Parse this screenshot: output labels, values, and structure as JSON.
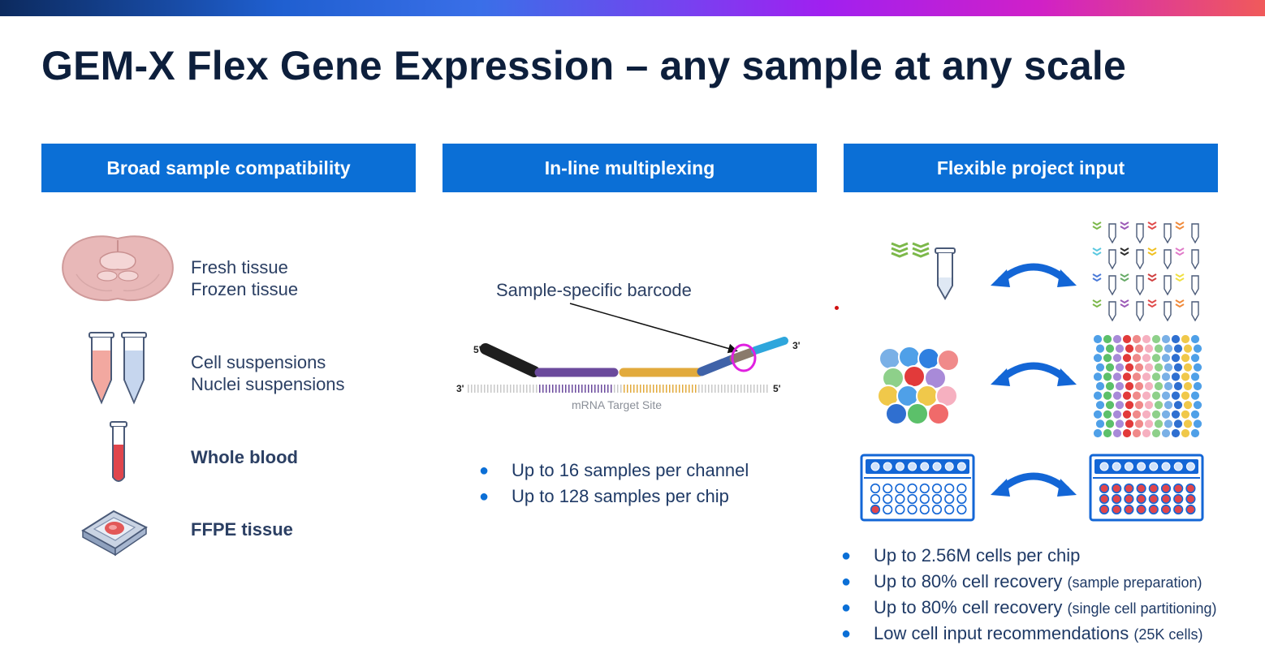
{
  "title": "GEM-X Flex Gene Expression – any sample at any scale",
  "columns": [
    {
      "header": "Broad sample compatibility"
    },
    {
      "header": "In-line multiplexing"
    },
    {
      "header": "Flexible project input"
    }
  ],
  "samples": {
    "tissue": [
      "Fresh tissue",
      "Frozen tissue"
    ],
    "suspensions": [
      "Cell suspensions",
      "Nuclei suspensions"
    ],
    "blood": "Whole blood",
    "ffpe": "FFPE tissue"
  },
  "multiplexing": {
    "barcode_label": "Sample-specific barcode",
    "five_prime": "5'",
    "three_prime": "3'",
    "target_site": "mRNA Target Site",
    "bullets": [
      "Up to 16 samples per channel",
      "Up to 128 samples per chip"
    ]
  },
  "flexible": {
    "bullets": [
      {
        "main": "Up to 2.56M cells per chip",
        "note": ""
      },
      {
        "main": "Up to 80% cell recovery",
        "note": "(sample preparation)"
      },
      {
        "main": "Up to 80% cell recovery",
        "note": "(single cell partitioning)"
      },
      {
        "main": "Low cell input recommendations",
        "note": "(25K cells)"
      }
    ]
  },
  "icons": [
    "brain-section-icon",
    "sample-tubes-icon",
    "blood-tube-icon",
    "ffpe-slide-icon",
    "probe-tube-icon",
    "tube-grid-icon",
    "cell-cluster-icon",
    "cell-array-icon",
    "chip-icon",
    "bidirectional-arrow-icon"
  ],
  "colors": {
    "accent": "#0b6fd6",
    "title": "#0d1f3c",
    "barcode_highlight": "#e020e0"
  }
}
